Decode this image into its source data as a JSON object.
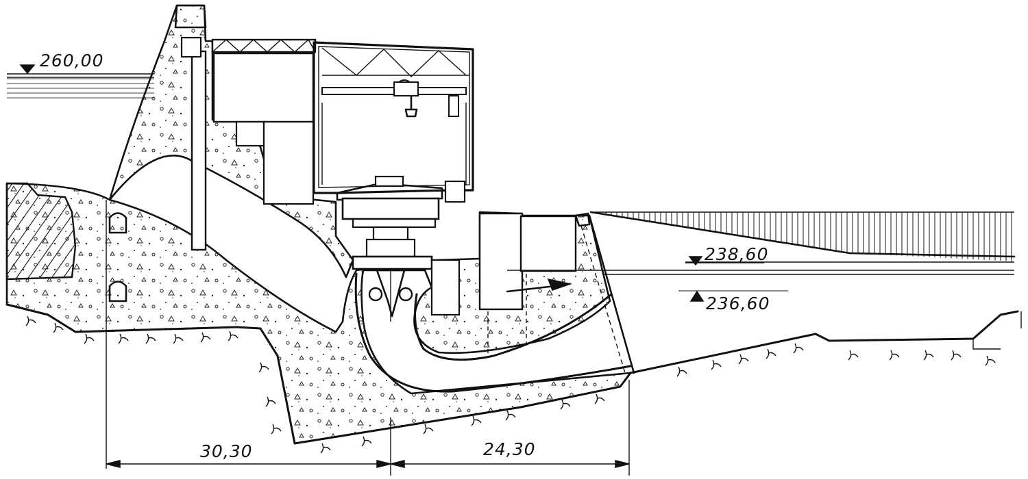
{
  "figure": {
    "levels": {
      "headwater": "260,00",
      "tailwater_high": "238,60",
      "tailwater_low": "236,60"
    },
    "dimensions": {
      "left_span": "30,30",
      "right_span": "24,30"
    }
  }
}
